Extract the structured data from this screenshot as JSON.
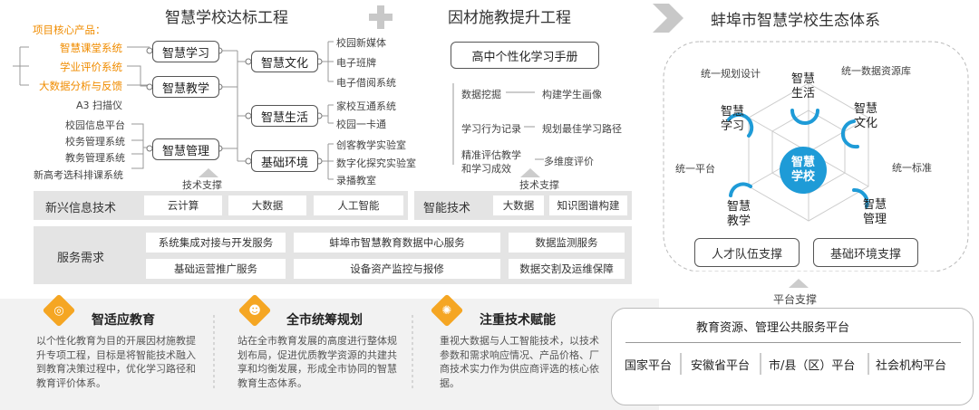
{
  "titles": {
    "left": "智慧学校达标工程",
    "mid": "因材施教提升工程",
    "right": "蚌埠市智慧学校生态体系"
  },
  "left_list": {
    "header": "项目核心产品：",
    "orange_items": [
      "智慧课堂系统",
      "学业评价系统",
      "大数据分析与反馈"
    ],
    "a3": "A3 扫描仪",
    "mgmt_items": [
      "校园信息平台",
      "校务管理系统",
      "教务管理系统",
      "新高考选科排课系统"
    ]
  },
  "boxes": {
    "study": "智慧学习",
    "teach": "智慧教学",
    "manage": "智慧管理",
    "culture": "智慧文化",
    "life": "智慧生活",
    "env": "基础环境"
  },
  "culture_items": [
    "校园新媒体",
    "电子班牌",
    "电子借阅系统"
  ],
  "life_items": [
    "家校互通系统",
    "校园一卡通"
  ],
  "env_items": [
    "创客教学实验室",
    "数字化探究实验室",
    "录播教室"
  ],
  "mid_section": {
    "handbook": "高中个性化学习手册",
    "rows": [
      {
        "left": "数据挖掘",
        "right": "构建学生画像"
      },
      {
        "left": "学习行为记录",
        "right": "规划最佳学习路径"
      },
      {
        "left": "精准评估教学\n和学习成效",
        "right": "多维度评价"
      }
    ]
  },
  "support_label": "技术支撑",
  "tech_band": {
    "label": "新兴信息技术",
    "cells": [
      "云计算",
      "大数据",
      "人工智能"
    ],
    "label2": "智能技术",
    "cells2": [
      "大数据",
      "知识图谱构建"
    ]
  },
  "service_band": {
    "label": "服务需求",
    "row1": [
      "系统集成对接与开发服务",
      "蚌埠市智慧教育数据中心服务",
      "数据监测服务"
    ],
    "row2": [
      "基础运营推广服务",
      "设备资产监控与报修",
      "数据交割及运维保障"
    ]
  },
  "features": [
    {
      "title": "智适应教育",
      "icon": "target-icon",
      "desc": "以个性化教育为目的开展因材施教提升专项工程，目标是将智能技术融入到教育决策过程中，优化学习路径和教育评价体系。"
    },
    {
      "title": "全市统筹规划",
      "icon": "group-icon",
      "desc": "站在全市教育发展的高度进行整体规划布局，促进优质教学资源的共建共享和均衡发展，形成全市协同的智慧教育生态体系。"
    },
    {
      "title": "注重技术赋能",
      "icon": "atom-icon",
      "desc": "重视大数据与人工智能技术，以技术参数和需求响应情况、产品价格、厂商技术实力作为供应商评选的核心依据。"
    }
  ],
  "eco": {
    "labels": {
      "tl": "统一规划设计",
      "tr": "统一数据资源库",
      "ml": "统一平台",
      "mr": "统一标准"
    },
    "center": "智慧\n学校",
    "nodes": {
      "top": "智慧\n生活",
      "tl": "智慧\n学习",
      "tr": "智慧\n文化",
      "bl": "智慧\n教学",
      "br": "智慧\n管理"
    },
    "support_left": "人才队伍支撑",
    "support_right": "基础环境支撑"
  },
  "platform": {
    "support": "平台支撑",
    "title": "教育资源、管理公共服务平台",
    "items": [
      "国家平台",
      "安徽省平台",
      "市/县（区）平台",
      "社会机构平台"
    ]
  },
  "colors": {
    "accent": "#1e9bd7",
    "orange": "#f08c00",
    "diamond": "#f5a623"
  }
}
